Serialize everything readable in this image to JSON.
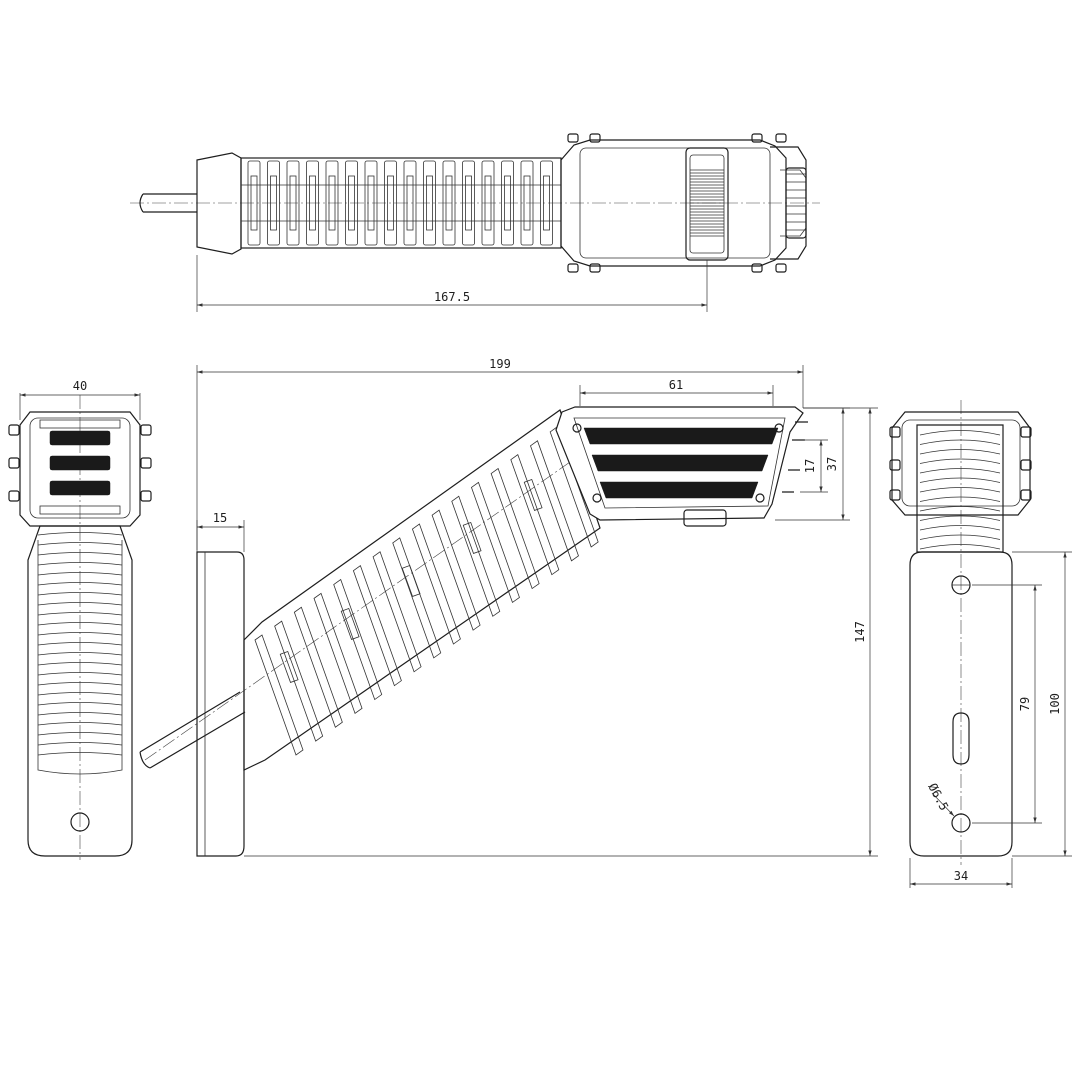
{
  "dimensions": {
    "length_167_5": "167.5",
    "length_199": "199",
    "length_61": "61",
    "width_40": "40",
    "offset_15": "15",
    "height_17": "17",
    "height_37": "37",
    "height_147": "147",
    "spacing_79": "79",
    "height_100": "100",
    "width_34": "34",
    "hole_dia": "Ø6.5"
  },
  "colors": {
    "line": "#1e1e1e",
    "background": "#ffffff"
  }
}
